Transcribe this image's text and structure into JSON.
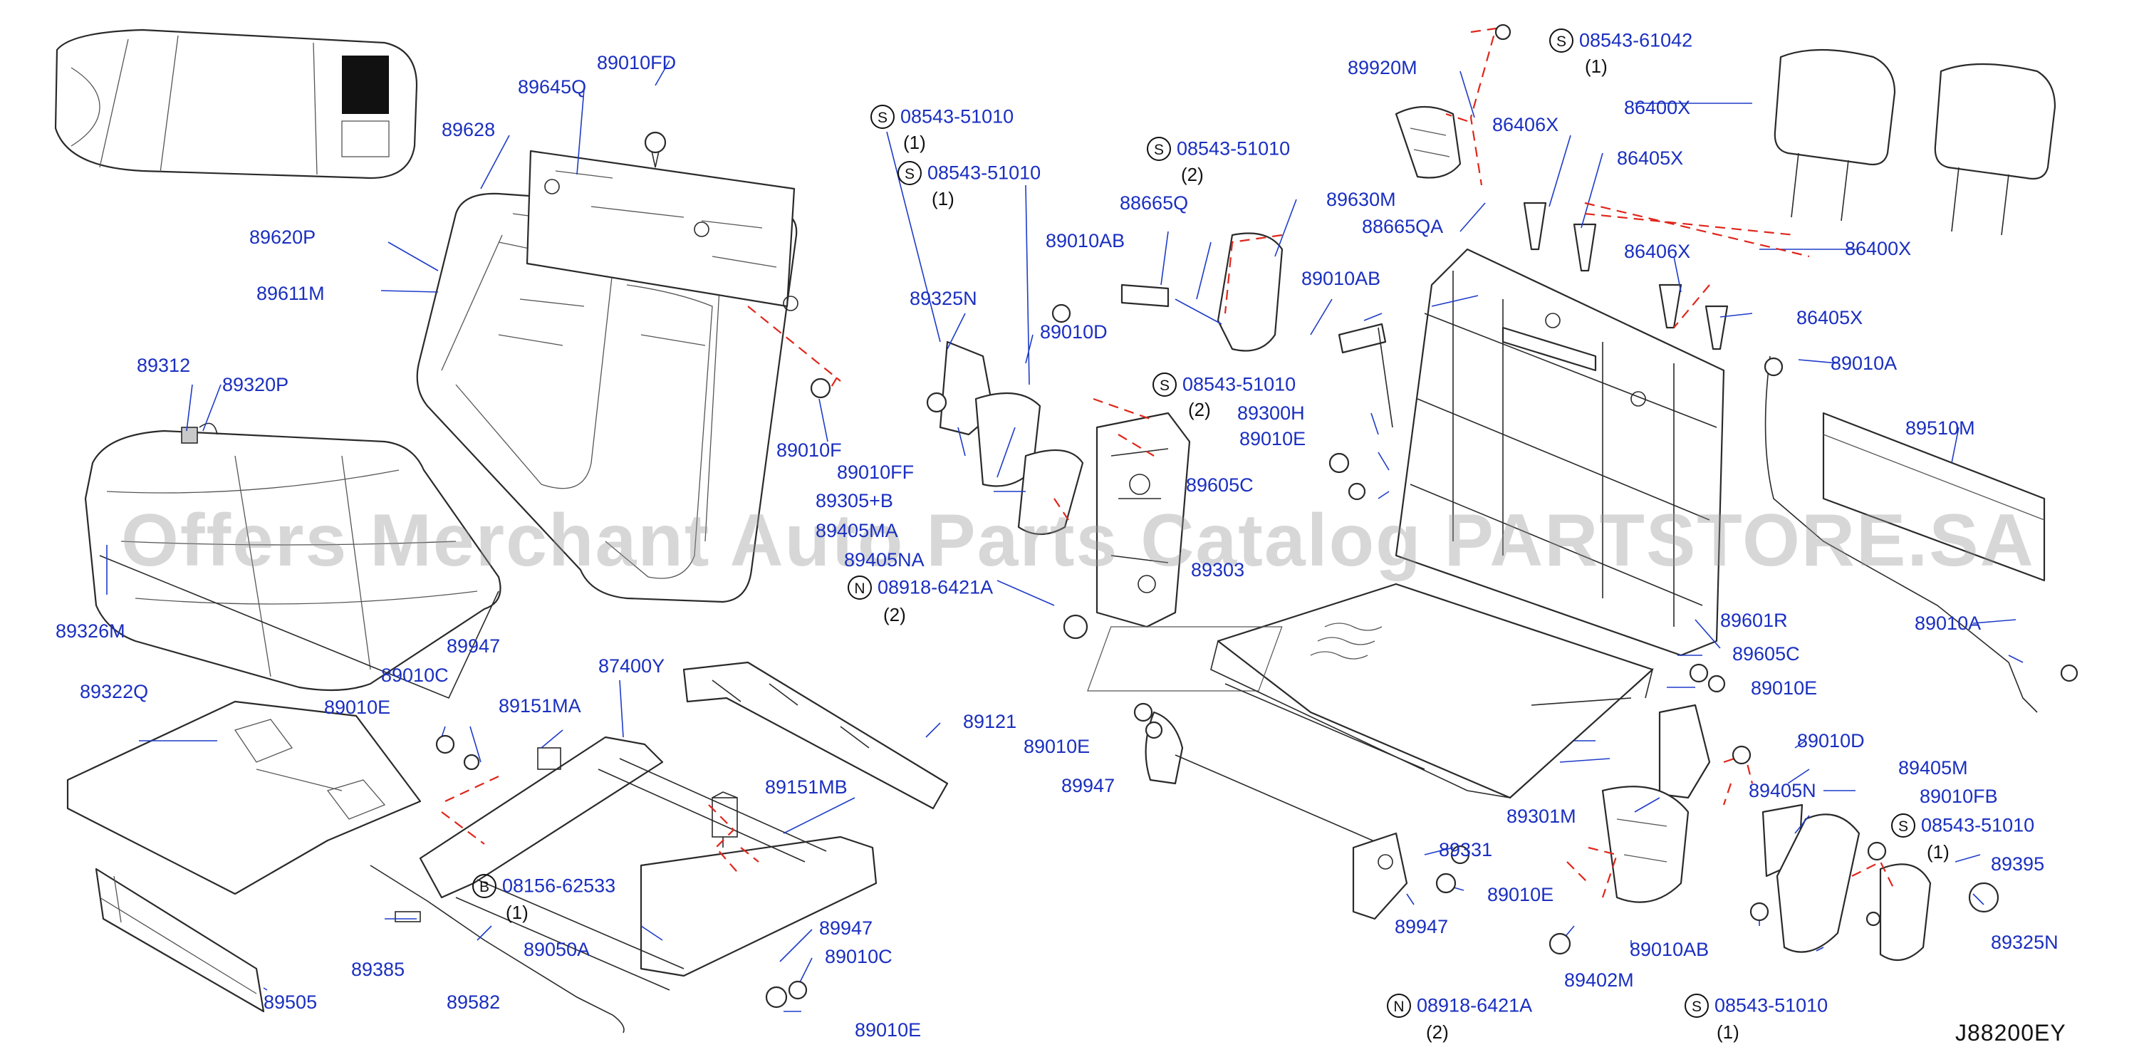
{
  "diagram_id": "J88200EY",
  "watermark": "Offers Merchant Auto Parts Catalog PARTSTORE.SA",
  "icons": {
    "S": "standard-part-symbol",
    "B": "bolt-symbol",
    "N": "nut-symbol"
  },
  "labels": {
    "l89010fd": "89010FD",
    "l89645q": "89645Q",
    "l89628": "89628",
    "l89620p": "89620P",
    "l89611m": "89611M",
    "l89312": "89312",
    "l89320p": "89320P",
    "l89326m": "89326M",
    "l89010f": "89010F",
    "l89322q": "89322Q",
    "l89947_a": "89947",
    "l89010c_a": "89010C",
    "l89010e_a": "89010E",
    "l89151ma": "89151MA",
    "l87400y": "87400Y",
    "l89121": "89121",
    "l89151mb": "89151MB",
    "l89385": "89385",
    "l89582": "89582",
    "l89050a": "89050A",
    "l89947_b": "89947",
    "l89010c_b": "89010C",
    "l89010e_b": "89010E",
    "l89505": "89505",
    "s1_code": "08543-51010",
    "s1_qty": "(1)",
    "s2_code": "08543-51010",
    "s2_qty": "(1)",
    "l89325n_a": "89325N",
    "l89010ff": "89010FF",
    "l89305b": "89305+B",
    "l89405ma": "89405MA",
    "l89405na": "89405NA",
    "n1_code": "08918-6421A",
    "n1_qty": "(2)",
    "l89010d_a": "89010D",
    "s3_code": "08543-51010",
    "s3_qty": "(2)",
    "l88665q": "88665Q",
    "l89010ab_a": "89010AB",
    "s4_code": "08543-51010",
    "s4_qty": "(2)",
    "l89300h": "89300H",
    "l89010e_c": "89010E",
    "l89605c_a": "89605C",
    "l89303": "89303",
    "l89010e_d": "89010E",
    "l89947_c": "89947",
    "l89920m": "89920M",
    "s5_code": "08543-61042",
    "s5_qty": "(1)",
    "l89630m": "89630M",
    "l88665qa": "88665QA",
    "l89010ab_b": "89010AB",
    "l86406x_a": "86406X",
    "l86405x_a": "86405X",
    "l86400x_a": "86400X",
    "l86400x_b": "86400X",
    "l86406x_b": "86406X",
    "l86405x_b": "86405X",
    "l89010a_a": "89010A",
    "l89510m": "89510M",
    "l89010a_b": "89010A",
    "l89601r": "89601R",
    "l89605c_b": "89605C",
    "l89010e_e": "89010E",
    "l89301m": "89301M",
    "l89010d_b": "89010D",
    "l89405m": "89405M",
    "l89010fb": "89010FB",
    "s6_code": "08543-51010",
    "s6_qty": "(1)",
    "l89405n": "89405N",
    "l89395": "89395",
    "l89325n_b": "89325N",
    "l89331": "89331",
    "l89010e_f": "89010E",
    "l89947_d": "89947",
    "l89010ab_c": "89010AB",
    "l89402m": "89402M",
    "n2_code": "08918-6421A",
    "n2_qty": "(2)",
    "s7_code": "08543-51010",
    "s7_qty": "(1)",
    "b1_code": "08156-62533",
    "b1_qty": "(1)"
  }
}
